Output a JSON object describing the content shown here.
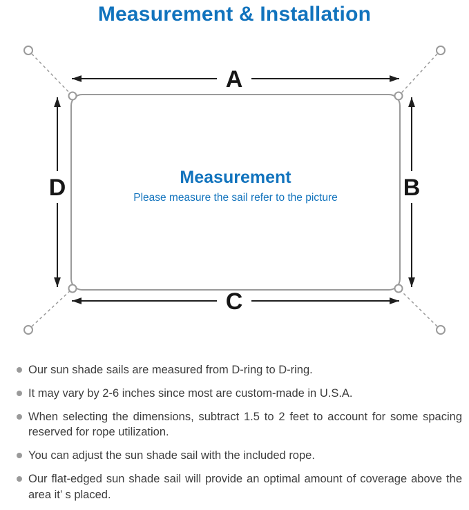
{
  "title": "Measurement & Installation",
  "colors": {
    "accent_blue": "#1173bd",
    "arrow_dark": "#1e1e1e",
    "line_gray": "#9a9a9a",
    "bullet_gray": "#9a9a9a",
    "text_dark": "#3d3d3d"
  },
  "diagram": {
    "dimension_labels": {
      "top": "A",
      "right": "B",
      "bottom": "C",
      "left": "D"
    },
    "center_title": "Measurement",
    "center_subtitle": "Please measure the sail refer to the picture"
  },
  "notes": [
    {
      "text": "Our sun shade sails are measured from D-ring to D-ring."
    },
    {
      "text": "It may vary by 2-6 inches since most are custom-made in U.S.A."
    },
    {
      "text": "When selecting the dimensions, subtract 1.5 to 2 feet to account for some spacing reserved for rope utilization."
    },
    {
      "text": "You can adjust the sun shade sail with the included rope."
    },
    {
      "text": "Our flat-edged sun shade sail will provide an optimal amount of coverage above the area it’ s placed."
    }
  ]
}
